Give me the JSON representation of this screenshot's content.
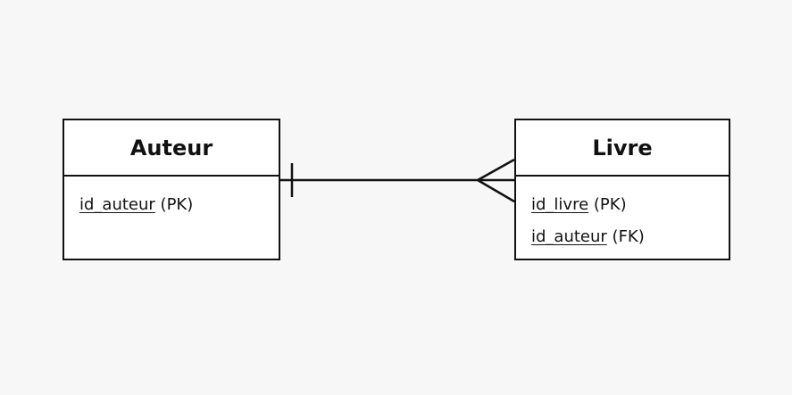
{
  "diagram": {
    "entities": [
      {
        "id": "auteur",
        "title": "Auteur",
        "attributes": [
          {
            "name": "id_auteur",
            "key": "(PK)"
          }
        ]
      },
      {
        "id": "livre",
        "title": "Livre",
        "attributes": [
          {
            "name": "id_livre",
            "key": "(PK)"
          },
          {
            "name": "id_auteur",
            "key": "(FK)"
          }
        ]
      }
    ],
    "relationship": {
      "from": "auteur",
      "to": "livre",
      "from_cardinality": "one",
      "to_cardinality": "many",
      "notation": "crow's foot"
    },
    "colors": {
      "background": "#f7f7f7",
      "box_fill": "#ffffff",
      "line": "#111111"
    }
  }
}
